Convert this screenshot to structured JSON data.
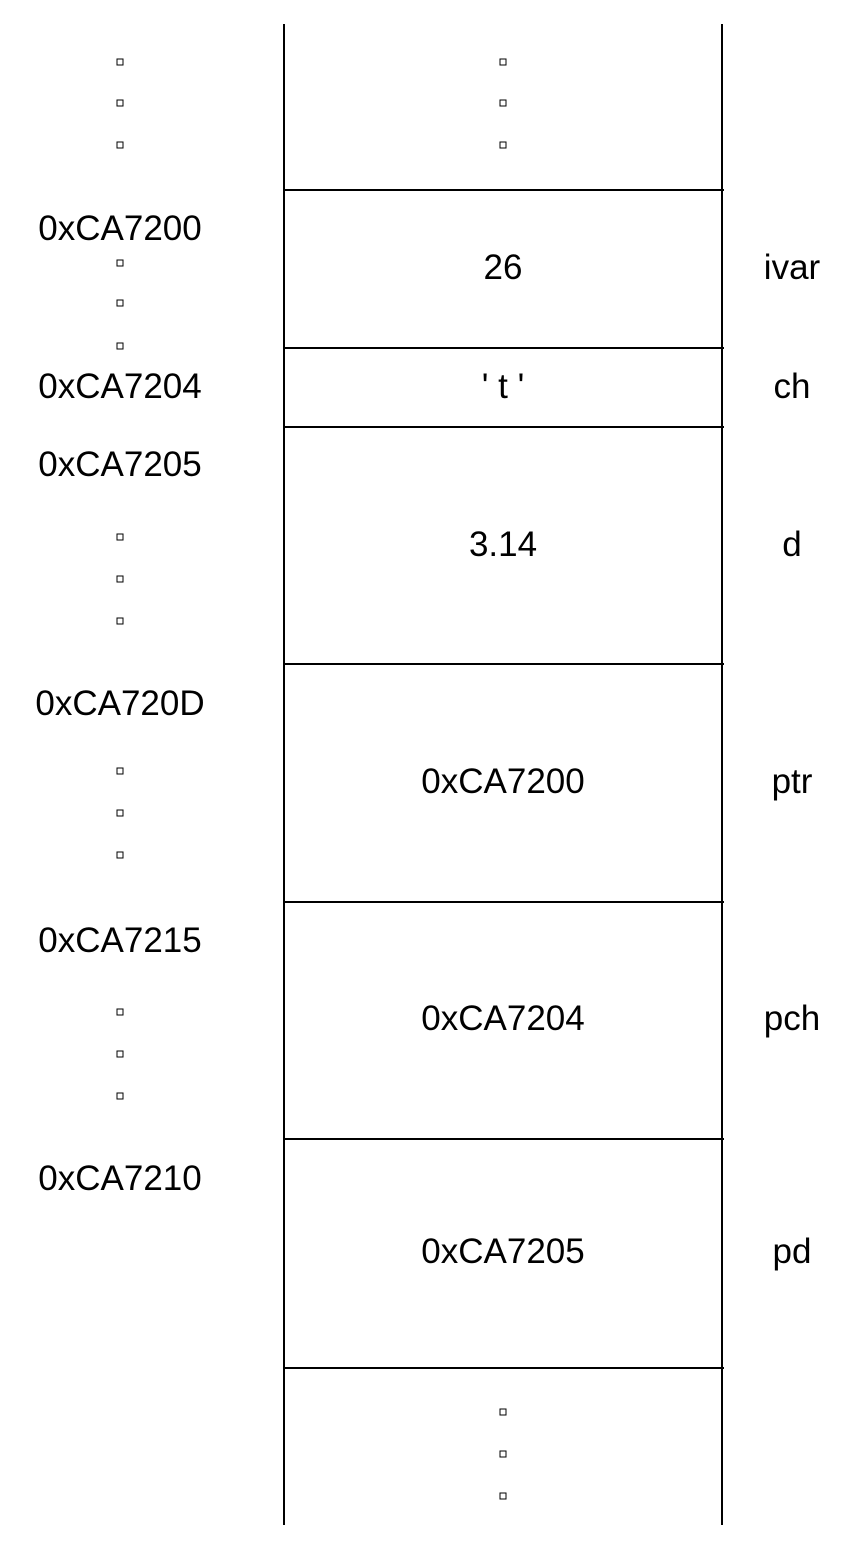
{
  "memory_cells": [
    {
      "address": "0xCA7200",
      "value": "26",
      "name": "ivar"
    },
    {
      "address": "0xCA7204",
      "value": "' t '",
      "name": "ch"
    },
    {
      "address": "0xCA7205",
      "value": "3.14",
      "name": "d"
    },
    {
      "address": "0xCA720D",
      "value": "0xCA7200",
      "name": "ptr"
    },
    {
      "address": "0xCA7215",
      "value": "0xCA7204",
      "name": "pch"
    },
    {
      "address": "0xCA7210",
      "value": "0xCA7205",
      "name": "pd"
    }
  ],
  "ellipsis_icon": "vertical-dots"
}
